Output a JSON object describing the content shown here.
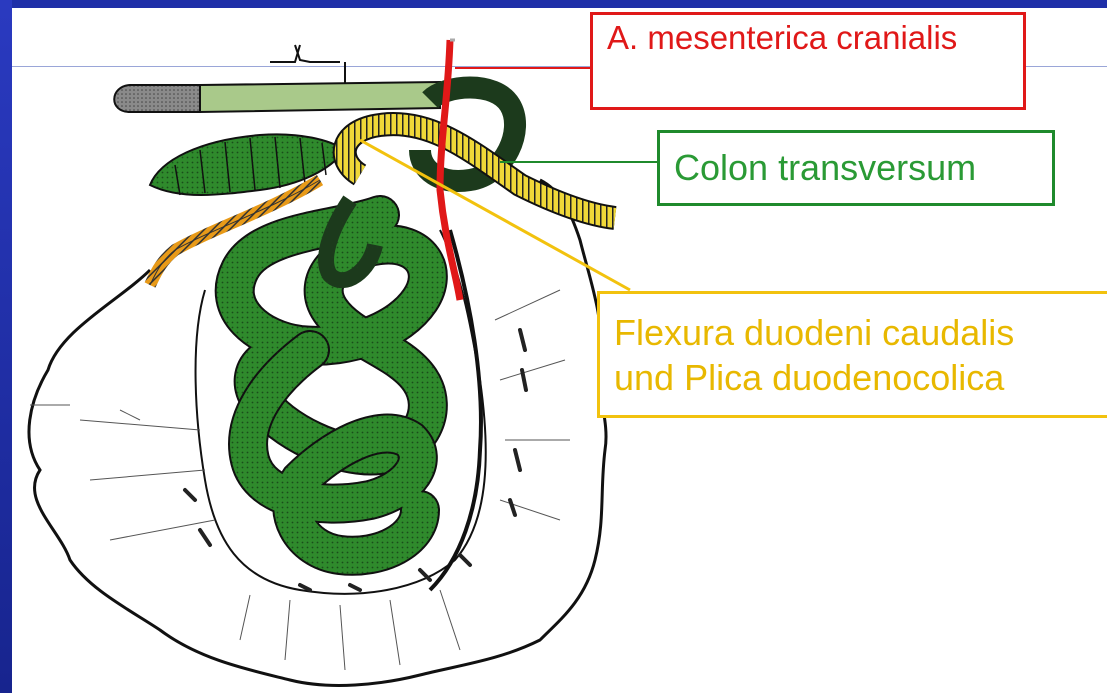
{
  "callouts": {
    "artery": {
      "label": "A. mesenterica cranialis",
      "color": "#e01818"
    },
    "colon": {
      "label": "Colon transversum",
      "color": "#2a9a35"
    },
    "flexura": {
      "line1": "Flexura duodeni caudalis",
      "line2": "und Plica duodenocolica",
      "color": "#e8b800"
    }
  },
  "colors": {
    "slide_background": "#1f2fa8",
    "intestine_green": "#2f8a2c",
    "intestine_dark": "#1a3a1a",
    "duodenum_yellow": "#f0d838",
    "mesentery_orange": "#e89a18",
    "artery_red": "#e01818",
    "cecum_gray": "#8a8a8a",
    "mesentery_outline": "#111111"
  },
  "icons": {
    "illustration": "intestine-mesentery-illustration"
  }
}
